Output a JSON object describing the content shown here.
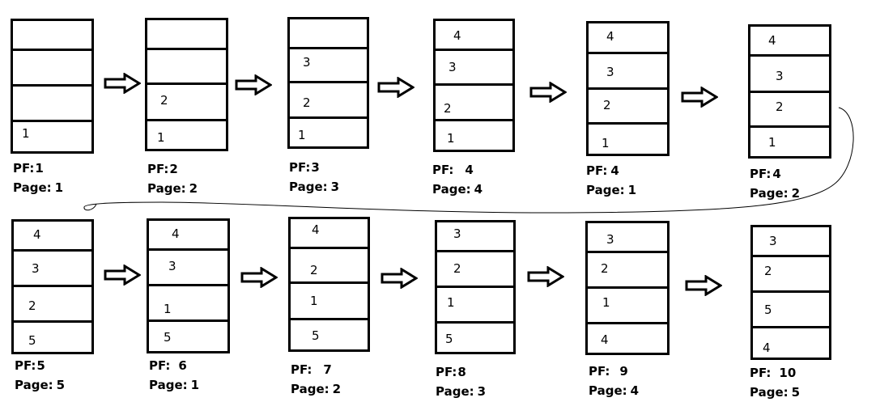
{
  "labels": {
    "pf": "PF:",
    "page": "Page:"
  },
  "steps": [
    {
      "slots": [
        "",
        "",
        "",
        "1"
      ],
      "pf": "1",
      "page": "1"
    },
    {
      "slots": [
        "",
        "",
        "2",
        "1"
      ],
      "pf": "2",
      "page": "2"
    },
    {
      "slots": [
        "",
        "3",
        "2",
        "1"
      ],
      "pf": "3",
      "page": "3"
    },
    {
      "slots": [
        "4",
        "3",
        "2",
        "1"
      ],
      "pf": "4",
      "page": "4"
    },
    {
      "slots": [
        "4",
        "3",
        "2",
        "1"
      ],
      "pf": "4",
      "page": "1"
    },
    {
      "slots": [
        "4",
        "3",
        "2",
        "1"
      ],
      "pf": "4",
      "page": "2"
    },
    {
      "slots": [
        "4",
        "3",
        "2",
        "5"
      ],
      "pf": "5",
      "page": "5"
    },
    {
      "slots": [
        "4",
        "3",
        "1",
        "5"
      ],
      "pf": "6",
      "page": "1"
    },
    {
      "slots": [
        "4",
        "2",
        "1",
        "5"
      ],
      "pf": "7",
      "page": "2"
    },
    {
      "slots": [
        "3",
        "2",
        "1",
        "5"
      ],
      "pf": "8",
      "page": "3"
    },
    {
      "slots": [
        "3",
        "2",
        "1",
        "4"
      ],
      "pf": "9",
      "page": "4"
    },
    {
      "slots": [
        "3",
        "2",
        "5",
        "4"
      ],
      "pf": "10",
      "page": "5"
    }
  ]
}
